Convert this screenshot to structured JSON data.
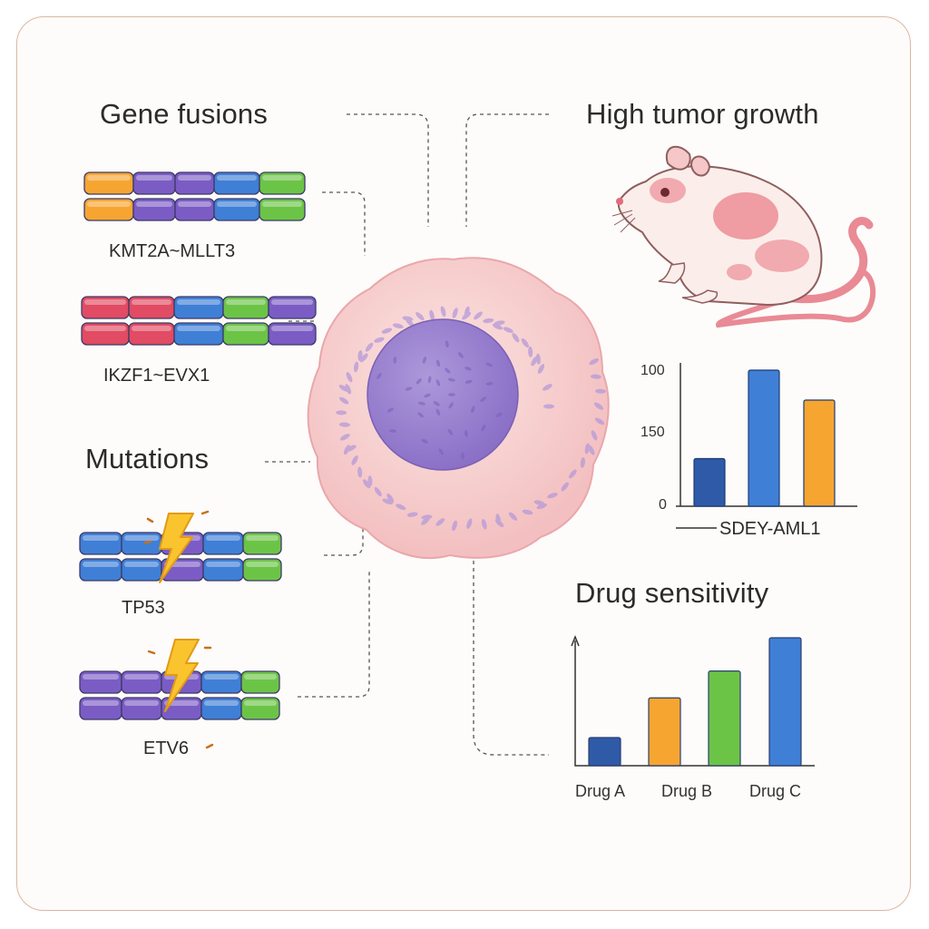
{
  "headings": {
    "gene_fusions": "Gene fusions",
    "mutations": "Mutations",
    "high_tumor_growth": "High tumor growth",
    "drug_sensitivity": "Drug sensitivity"
  },
  "genes": {
    "fusion_1": "KMT2A~MLLT3",
    "fusion_2": "IKZF1~EVX1",
    "mutation_1": "TP53",
    "mutation_2": "ETV6"
  },
  "colors": {
    "orange": "#f7a531",
    "purple": "#7b5cc4",
    "blue": "#3f7fd6",
    "green": "#6cc447",
    "red": "#e14b63",
    "cell_membrane": "#f6c9c8",
    "nucleus": "#9b84d1",
    "mouse_spot": "#ec8d95",
    "bar_dark_blue": "#2f5aa8",
    "bar_blue": "#3f7fd6",
    "bar_orange": "#f7a531",
    "bar_green": "#6cc447"
  },
  "chart_data": [
    {
      "type": "bar",
      "ytick_labels": [
        "100",
        "150",
        "0"
      ],
      "values": [
        35,
        100,
        78
      ],
      "ylim": [
        0,
        100
      ],
      "xlabel": "SDEY-AML1",
      "grid": false
    },
    {
      "type": "bar",
      "categories": [
        "Drug A",
        "Drug B",
        "Drug C"
      ],
      "values": [
        22,
        53,
        74,
        100
      ],
      "ylim": [
        0,
        100
      ],
      "grid": false
    }
  ]
}
